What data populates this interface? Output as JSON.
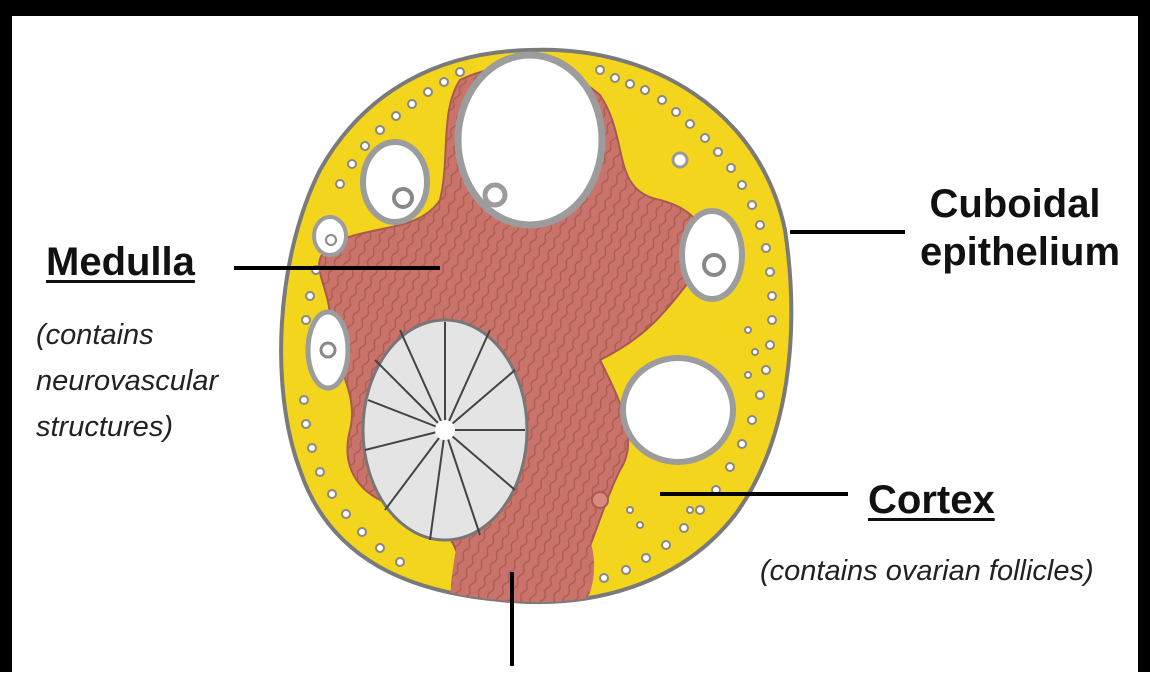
{
  "labels": {
    "medulla": "Medulla",
    "medulla_note": "(contains neurovascular structures)",
    "cuboidal": "Cuboidal epithelium",
    "cortex": "Cortex",
    "cortex_note": "(contains ovarian follicles)"
  },
  "colors": {
    "cortex": "#f2d51c",
    "medulla": "#c9736a",
    "follicle_rim": "#9c9c9c",
    "follicle_cavity": "#ffffff",
    "frame": "#000000"
  }
}
